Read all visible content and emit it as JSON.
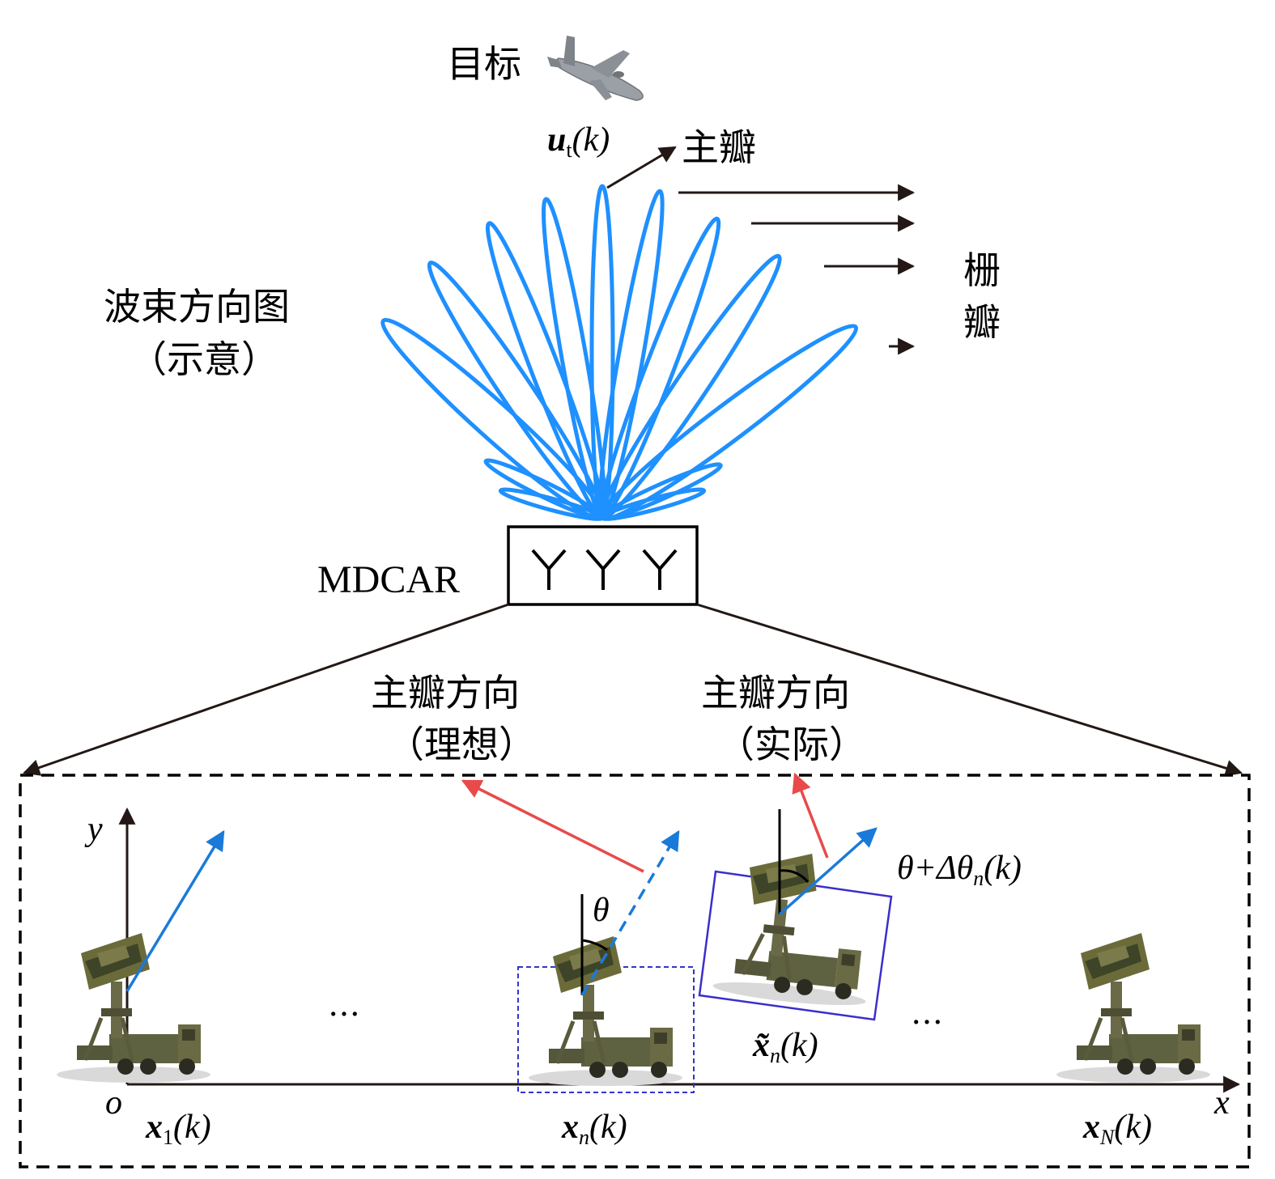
{
  "labels": {
    "target": "目标",
    "main_lobe": "主瓣",
    "grating_lobe_1": "栅",
    "grating_lobe_2": "瓣",
    "beam_pattern_1": "波束方向图",
    "beam_pattern_2": "（示意）",
    "radar": "MDCAR",
    "ideal_1": "主瓣方向",
    "ideal_2": "（理想）",
    "actual_1": "主瓣方向",
    "actual_2": "（实际）"
  },
  "math": {
    "u_main": "u",
    "u_sub": "t",
    "k_arg": "(k)",
    "axis_x": "x",
    "axis_y": "y",
    "origin": "o",
    "theta": "θ",
    "theta_delta": "θ+Δθ",
    "theta_delta_sub": "n",
    "x1_main": "x",
    "x1_sub": "1",
    "xn_main": "x",
    "xn_sub": "n",
    "xN_main": "x",
    "xN_sub": "N",
    "xtilde_main": "x̃",
    "xtilde_sub": "n",
    "dots": "…"
  },
  "colors": {
    "lobe": "#1e90ff",
    "arrow_blue": "#1a7ad9",
    "arrow_red": "#e84a4a",
    "box_purple": "#3a2ecc",
    "box_dashed_blue": "#3333cc"
  },
  "icons": {
    "target": "airplane-icon",
    "radar_vehicle": "radar-truck-icon",
    "antenna": "antenna-icon"
  }
}
